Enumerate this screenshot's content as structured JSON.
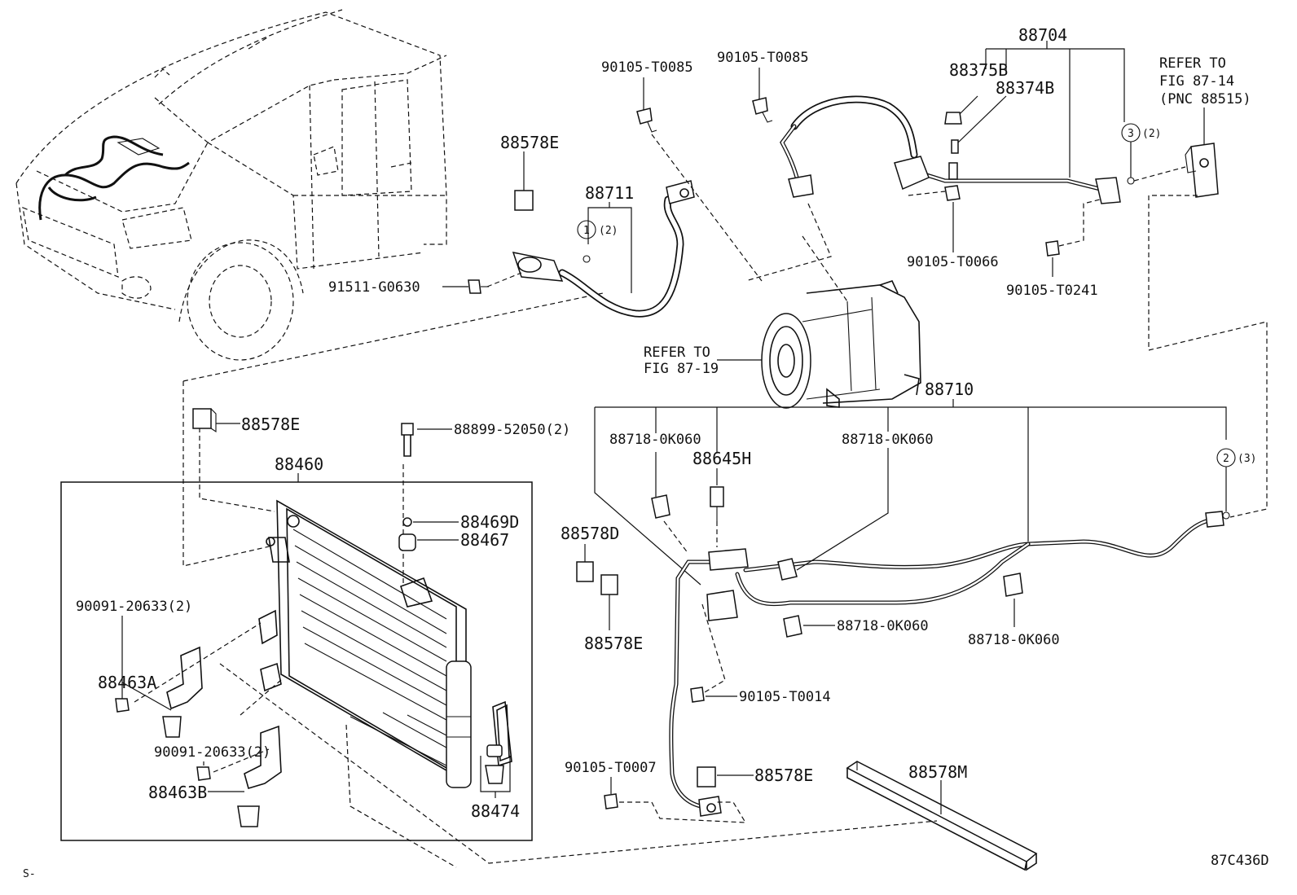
{
  "diagram_code": "87C436D",
  "corner_mark": "S-",
  "labels": {
    "p88704": "88704",
    "p88375B": "88375B",
    "p88374B": "88374B",
    "refer_8714_l1": "REFER TO",
    "refer_8714_l2": "FIG 87-14",
    "refer_8714_l3": "(PNC 88515)",
    "p90105_T0085_a": "90105-T0085",
    "p90105_T0085_b": "90105-T0085",
    "p88578E_top": "88578E",
    "p88711": "88711",
    "p91511_G0630": "91511-G0630",
    "p90105_T0066": "90105-T0066",
    "p90105_T0241": "90105-T0241",
    "refer_8719_l1": "REFER TO",
    "refer_8719_l2": "FIG 87-19",
    "p88710": "88710",
    "p88578E_left": "88578E",
    "p88899_52050": "88899-52050(2)",
    "p88460": "88460",
    "p88469D": "88469D",
    "p88467": "88467",
    "p88718_a": "88718-0K060",
    "p88645H": "88645H",
    "p88718_b": "88718-0K060",
    "p88578D": "88578D",
    "p88578E_mid": "88578E",
    "p88718_c": "88718-0K060",
    "p88718_d": "88718-0K060",
    "p90091_a": "90091-20633(2)",
    "p88463A": "88463A",
    "p90091_b": "90091-20633(2)",
    "p88463B": "88463B",
    "p88474": "88474",
    "p90105_T0014": "90105-T0014",
    "p90105_T0007": "90105-T0007",
    "p88578E_bot": "88578E",
    "p88578M": "88578M"
  },
  "callouts": {
    "c1_num": "1",
    "c1_qty": "(2)",
    "c2_num": "2",
    "c2_qty": "(3)",
    "c3_num": "3",
    "c3_qty": "(2)"
  }
}
